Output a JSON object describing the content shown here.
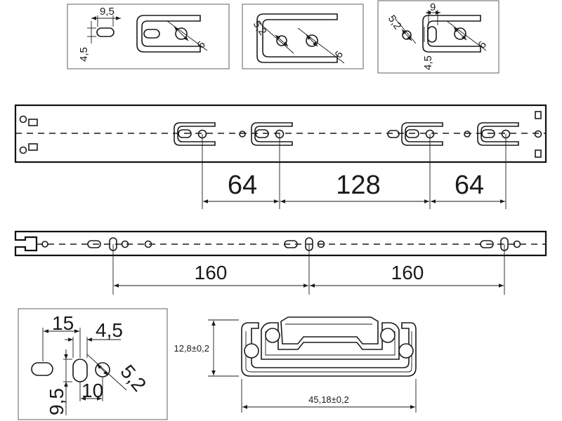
{
  "insets": {
    "top_left": {
      "d1": "9,5",
      "d2": "4,5",
      "d3": "6"
    },
    "top_middle": {
      "d1": "5,2",
      "d2": "6"
    },
    "top_right": {
      "d1": "9",
      "d2": "5,2",
      "d3": "4,5",
      "d4": "6"
    },
    "bottom_left": {
      "d1": "15",
      "d2": "4,5",
      "d3": "5,2",
      "d4": "9,5",
      "d5": "10"
    }
  },
  "rail_top": {
    "spacings": [
      "64",
      "128",
      "64"
    ]
  },
  "rail_middle": {
    "spacings": [
      "160",
      "160"
    ]
  },
  "profile": {
    "height": "12,8±0,2",
    "width": "45,18±0,2"
  },
  "colors": {
    "line": "#1a1a1a",
    "frame": "#7a7a7a",
    "background": "#ffffff"
  }
}
